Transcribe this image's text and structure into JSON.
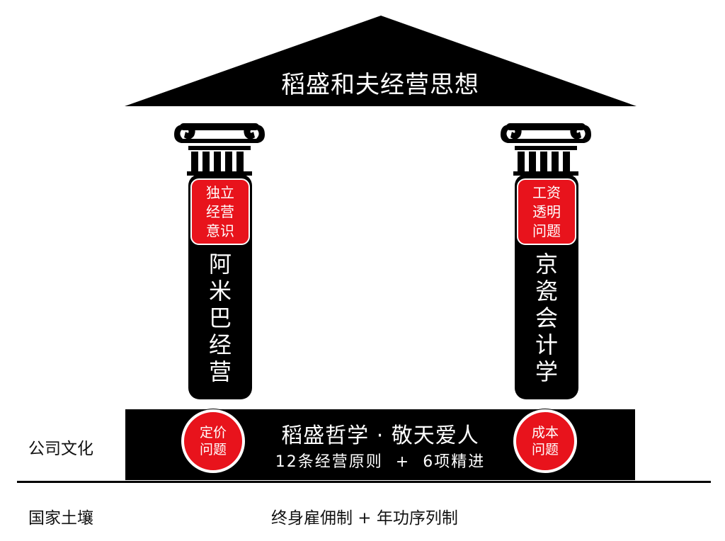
{
  "roof": {
    "title": "稻盛和夫经营思想"
  },
  "left_column": {
    "red_lines": [
      "独立",
      "经营",
      "意识"
    ],
    "body_chars": [
      "阿",
      "米",
      "巴",
      "经",
      "营"
    ]
  },
  "right_column": {
    "red_lines": [
      "工资",
      "透明",
      "问题"
    ],
    "body_chars": [
      "京",
      "瓷",
      "会",
      "计",
      "学"
    ]
  },
  "base": {
    "title": "稻盛哲学 · 敬天爱人",
    "subtitle": "12条经营原则  +  6项精进",
    "left_circle": [
      "定价",
      "问题"
    ],
    "right_circle": [
      "成本",
      "问题"
    ]
  },
  "labels": {
    "company_culture": "公司文化",
    "national_soil": "国家土壤",
    "ground_text": "终身雇佣制 + 年功序列制"
  }
}
